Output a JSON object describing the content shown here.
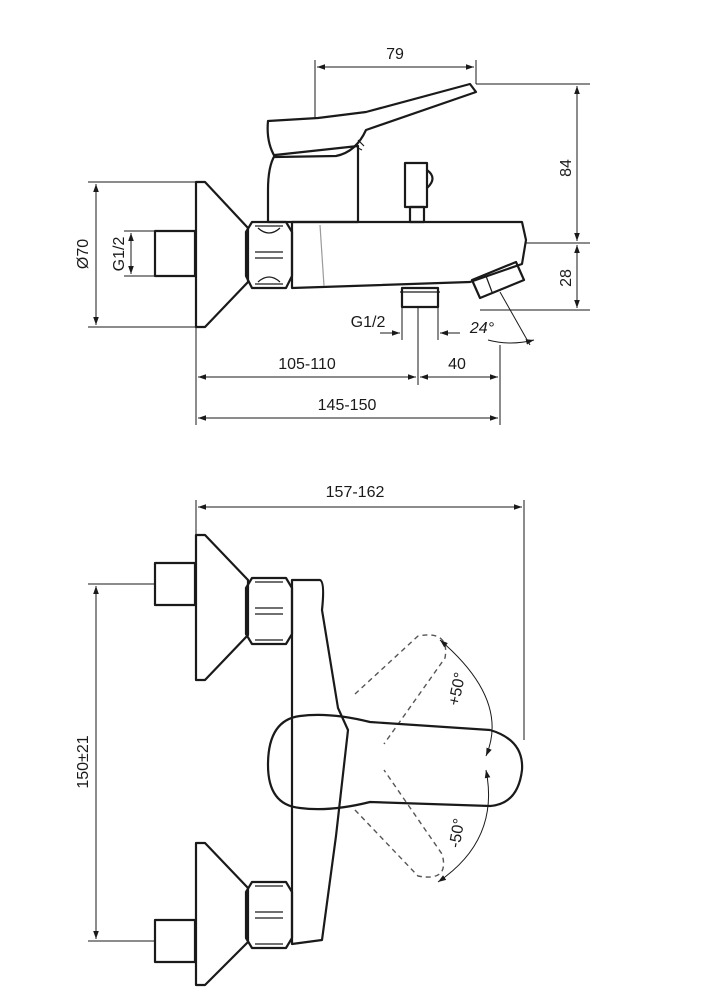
{
  "side_view": {
    "width_79": "79",
    "height_84": "84",
    "diameter_70": "Ø70",
    "thread_wall": "G1/2",
    "height_28": "28",
    "thread_outlet": "G1/2",
    "angle_24": "24°",
    "length_105_110": "105-110",
    "length_40": "40",
    "length_145_150": "145-150"
  },
  "top_view": {
    "length_157_162": "157-162",
    "centers_150": "150±21",
    "rotation_plus": "+50°",
    "rotation_minus": "-50°"
  }
}
